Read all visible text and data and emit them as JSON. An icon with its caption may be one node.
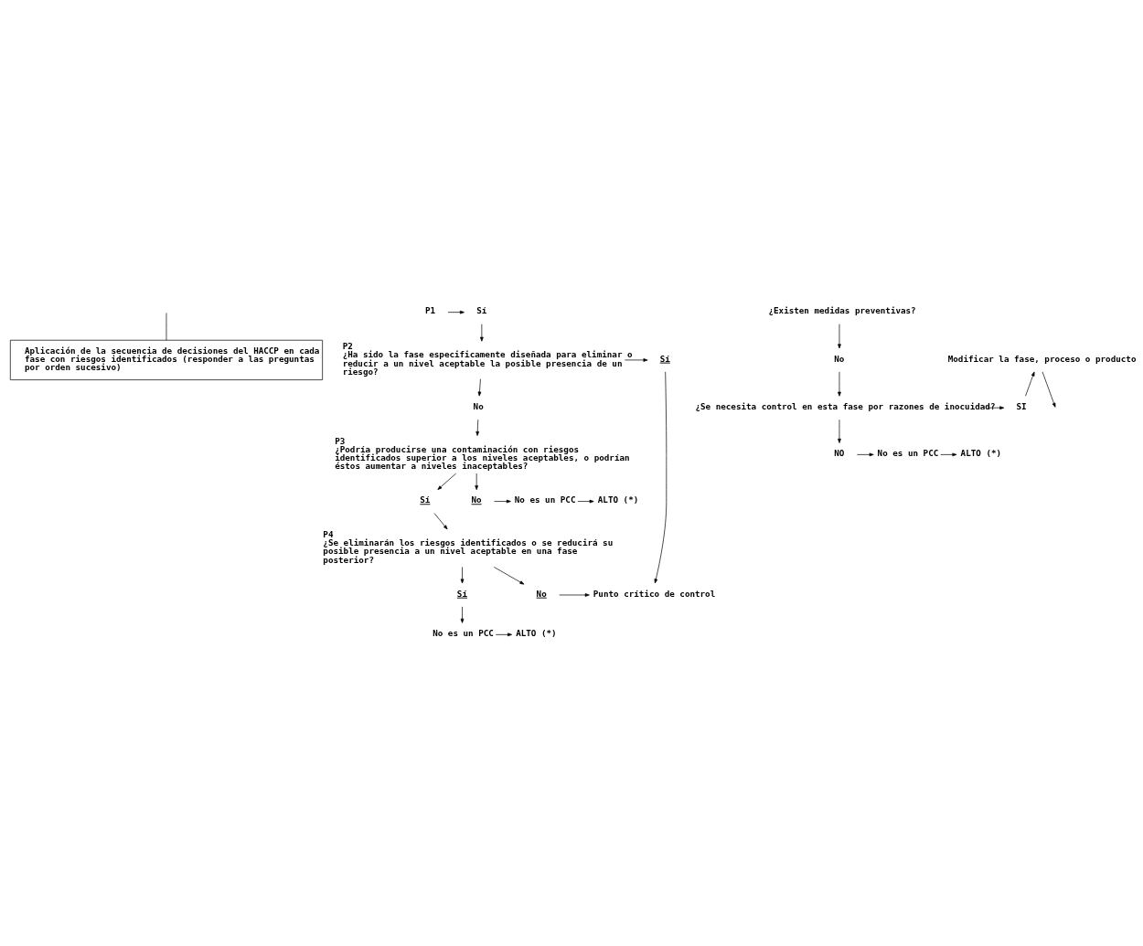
{
  "diagram": {
    "nodes": [
      {
        "text": [
          "Aplicación de la secuencia de decisiones del HACCP en cada fase con riesgos identificados (responder a las preguntas por orden sucesivo)"
        ]
      },
      {
        "text": [
          "P1"
        ]
      },
      {
        "text": [
          "Sí"
        ]
      },
      {
        "text": [
          "¿Existen medidas preventivas?"
        ]
      },
      {
        "text": [
          "No"
        ]
      },
      {
        "text": [
          "Modificar la fase, proceso o producto"
        ]
      },
      {
        "text": [
          "¿Se necesita control en esta fase por razones de inocuidad?"
        ]
      },
      {
        "text": [
          "SI"
        ]
      },
      {
        "text": [
          "NO"
        ]
      },
      {
        "text": [
          "No es un PCC"
        ]
      },
      {
        "text": [
          "ALTO (*)"
        ]
      },
      {
        "text": [
          "P2",
          "¿Ha sido la fase especificamente diseñada para eliminar o reducir a un nivel aceptable la posible presencia de un riesgo?"
        ]
      },
      {
        "text": [
          "Sí"
        ]
      },
      {
        "text": [
          "No"
        ]
      },
      {
        "text": [
          "P3",
          "¿Podría producirse una contaminación con riesgos identificados superior a los niveles aceptables, o podrían éstos aumentar a niveles inaceptables?"
        ]
      },
      {
        "text": [
          "Sí"
        ]
      },
      {
        "text": [
          "No"
        ]
      },
      {
        "text": [
          "No es un PCC"
        ]
      },
      {
        "text": [
          "ALTO (*)"
        ]
      },
      {
        "text": [
          "P4",
          "¿Se eliminarán los riesgos identificados o se reducirá su posible presencia a un nivel aceptable en una fase posterior?"
        ]
      },
      {
        "text": [
          "Sí"
        ]
      },
      {
        "text": [
          "No"
        ]
      },
      {
        "text": [
          "Punto crítico de control"
        ]
      },
      {
        "text": [
          "No es un PCC"
        ]
      },
      {
        "text": [
          "ALTO (*)"
        ]
      }
    ],
    "edges": [
      {
        "from": null,
        "to": 0,
        "arrow": "none"
      },
      {
        "from": 1,
        "to": 2,
        "arrow": "to"
      },
      {
        "from": 2,
        "to": 11,
        "arrow": "to"
      },
      {
        "from": 3,
        "to": 4,
        "arrow": "to"
      },
      {
        "from": 4,
        "to": 6,
        "arrow": "to"
      },
      {
        "from": 6,
        "to": 7,
        "arrow": "to"
      },
      {
        "from": 7,
        "to": 5,
        "arrow": "to"
      },
      {
        "from": 5,
        "to": null,
        "arrow": "to"
      },
      {
        "from": 6,
        "to": 8,
        "arrow": "to"
      },
      {
        "from": 8,
        "to": 9,
        "arrow": "to"
      },
      {
        "from": 9,
        "to": 10,
        "arrow": "to"
      },
      {
        "from": 11,
        "to": 12,
        "arrow": "to"
      },
      {
        "from": 12,
        "to": 22,
        "arrow": "to"
      },
      {
        "from": 11,
        "to": 13,
        "arrow": "to"
      },
      {
        "from": 13,
        "to": 14,
        "arrow": "to"
      },
      {
        "from": 14,
        "to": 15,
        "arrow": "to"
      },
      {
        "from": 14,
        "to": 16,
        "arrow": "to"
      },
      {
        "from": 16,
        "to": 17,
        "arrow": "to"
      },
      {
        "from": 17,
        "to": 18,
        "arrow": "to"
      },
      {
        "from": 15,
        "to": 19,
        "arrow": "to"
      },
      {
        "from": 19,
        "to": 20,
        "arrow": "to"
      },
      {
        "from": 19,
        "to": 21,
        "arrow": "to"
      },
      {
        "from": 21,
        "to": 22,
        "arrow": "to"
      },
      {
        "from": 20,
        "to": 23,
        "arrow": "to"
      },
      {
        "from": 23,
        "to": 24,
        "arrow": "to"
      }
    ]
  }
}
